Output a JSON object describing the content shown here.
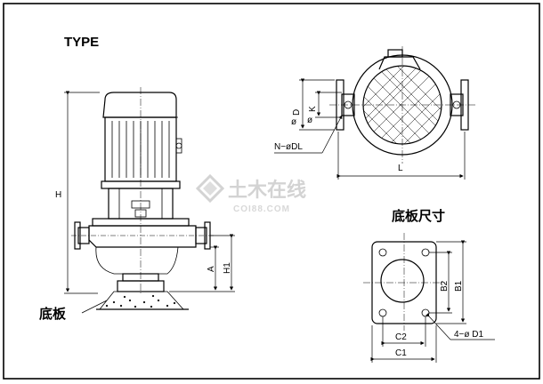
{
  "labels": {
    "type_title": "TYPE",
    "base_plate_note": "底板",
    "base_plate_dims_title": "底板尺寸",
    "H": "H",
    "A": "A",
    "H1": "H1",
    "D": "D",
    "K": "K",
    "phi_D": "ø",
    "phi_K": "ø",
    "N_DL": "N−øDL",
    "L": "L",
    "B2": "B2",
    "B1": "B1",
    "C2": "C2",
    "C1": "C1",
    "holes_D1": "4−ø D1"
  },
  "watermark": {
    "text": "土木在线",
    "sub": "COI88.COM",
    "color": "#c9c9c9"
  }
}
